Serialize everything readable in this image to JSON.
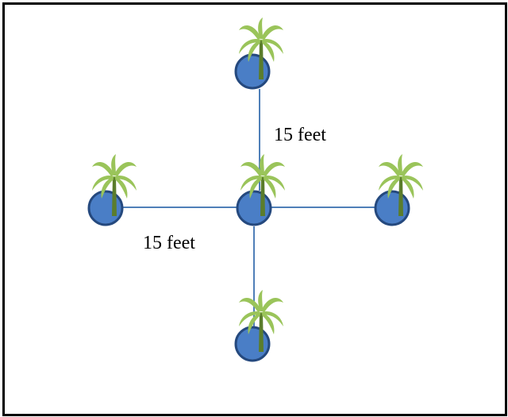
{
  "labels": {
    "vertical_distance": "15 feet",
    "horizontal_distance": "15 feet"
  },
  "colors": {
    "circle_fill": "#4a7ec6",
    "circle_stroke": "#25497e",
    "line": "#4f7fb8",
    "palm_leaf": "#9ac45a",
    "palm_trunk": "#5b7d2c",
    "border": "#000000"
  },
  "nodes": [
    {
      "id": "top",
      "icon": "palm-tree-icon"
    },
    {
      "id": "left",
      "icon": "palm-tree-icon"
    },
    {
      "id": "center",
      "icon": "palm-tree-icon"
    },
    {
      "id": "right",
      "icon": "palm-tree-icon"
    },
    {
      "id": "bottom",
      "icon": "palm-tree-icon"
    }
  ]
}
